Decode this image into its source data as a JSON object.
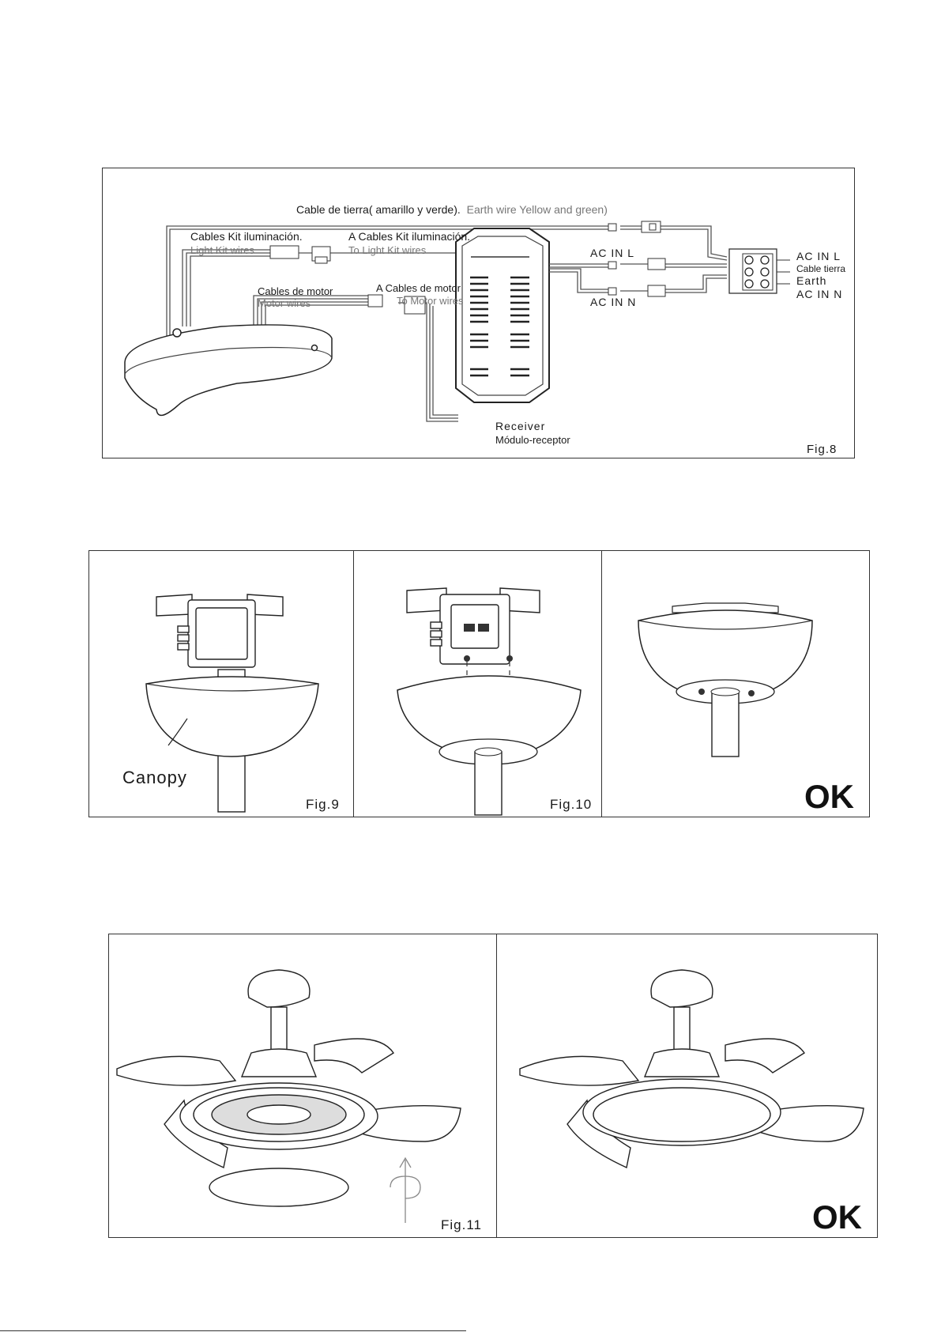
{
  "fig8": {
    "earth_wire_es": "Cable de tierra( amarillo y verde).",
    "earth_wire_en": "Earth wire Yellow and green)",
    "light_kit_es": "Cables Kit iluminación.",
    "light_kit_en": "Light Kit wires",
    "to_light_kit_es": "A Cables Kit iluminación.",
    "to_light_kit_en": "To Light Kit wires",
    "motor_wires_es": "Cables de motor",
    "motor_wires_en": "Motor wires",
    "to_motor_es": "A Cables de motor",
    "to_motor_en": "To Motor wires",
    "ac_in_l": "AC IN L",
    "ac_in_n": "AC IN N",
    "term_ac_in_l": "AC IN L",
    "term_cable_tierra": "Cable tierra",
    "term_earth": "Earth",
    "term_ac_in_n": "AC IN N",
    "receiver_en": "Receiver",
    "receiver_es": "Módulo-receptor",
    "fig_label": "Fig.8"
  },
  "fig9": {
    "canopy_label": "Canopy",
    "fig_label": "Fig.9"
  },
  "fig10": {
    "fig_label": "Fig.10"
  },
  "fig10b": {
    "ok_label": "OK"
  },
  "fig11": {
    "fig_label": "Fig.11"
  },
  "fig11b": {
    "ok_label": "OK"
  }
}
